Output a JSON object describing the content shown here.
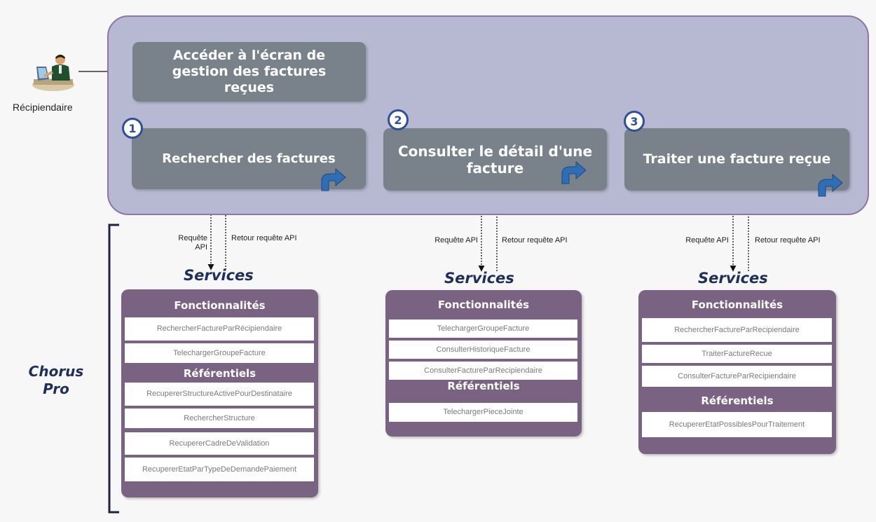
{
  "actor": {
    "label": "Récipiendaire",
    "icon": "user-at-computer-icon"
  },
  "lane": {
    "access_step": "Accéder à l'écran de gestion des factures reçues",
    "steps": [
      {
        "number": "1",
        "label": "Rechercher des factures"
      },
      {
        "number": "2",
        "label": "Consulter le détail d'une facture"
      },
      {
        "number": "3",
        "label": "Traiter une facture reçue"
      }
    ]
  },
  "connectors": {
    "request": "Requête API",
    "return": "Retour requête API"
  },
  "system_label": "Chorus Pro",
  "services": [
    {
      "title": "Services",
      "sections": [
        {
          "heading": "Fonctionnalités",
          "items": [
            "RechercherFactureParRécipiendaire",
            "TelechargerGroupeFacture"
          ]
        },
        {
          "heading": "Référentiels",
          "items": [
            "RecupererStructureActivePourDestinataire",
            "RechercherStructure",
            "RecupererCadreDeValidation",
            "RecupererEtatParTypeDeDemandePaiement"
          ]
        }
      ]
    },
    {
      "title": "Services",
      "sections": [
        {
          "heading": "Fonctionnalités",
          "items": [
            "TelechargerGroupeFacture",
            "ConsulterHistoriqueFacture",
            "ConsulterFactureParRecipiendaire"
          ]
        },
        {
          "heading": "Référentiels",
          "items": [
            "TelechargerPieceJointe"
          ]
        }
      ]
    },
    {
      "title": "Services",
      "sections": [
        {
          "heading": "Fonctionnalités",
          "items": [
            "RechercherFactureParRecipiendaire",
            "TraiterFactureRecue",
            "ConsulterFactureParRecipiendaire"
          ]
        },
        {
          "heading": "Référentiels",
          "items": [
            "RecupererEtatPossiblesPourTraitement"
          ]
        }
      ]
    }
  ],
  "colors": {
    "lane_fill": "#b6b9d1",
    "lane_border": "#8f74a8",
    "step_fill": "#79828b",
    "panel_fill": "#7a6283",
    "accent_blue": "#2f4f9a",
    "title_navy": "#1f2f5a"
  }
}
